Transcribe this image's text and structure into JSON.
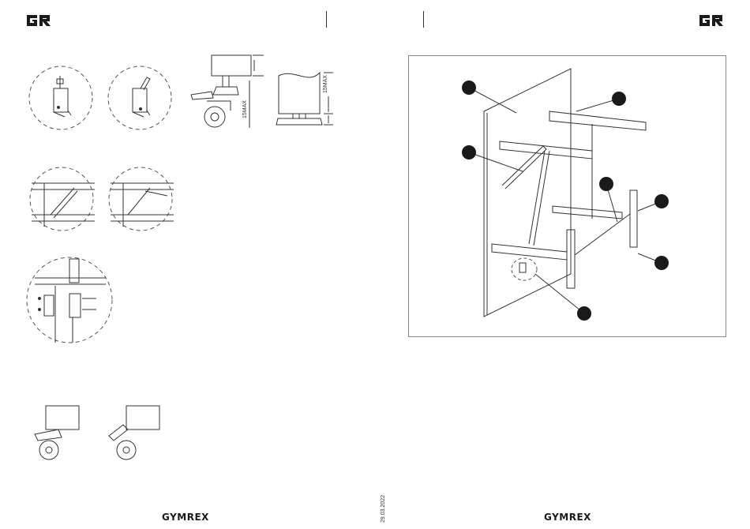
{
  "header": {
    "logo_left": "GR",
    "logo_right": "GR"
  },
  "figures": {
    "caster_height_label": "15MAX",
    "foot_height_label": "15MAX"
  },
  "footer": {
    "brand_left": "GYMREX",
    "brand_right": "GYMREX",
    "date": "29.03.2022"
  },
  "icons": {
    "logo": "gr-logo-icon"
  }
}
